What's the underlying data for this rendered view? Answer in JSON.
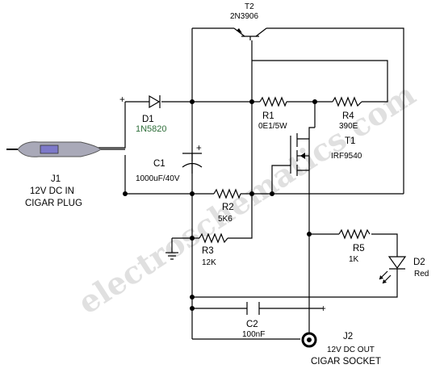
{
  "watermark": "electroschematics.com",
  "components": {
    "T2": {
      "ref": "T2",
      "value": "2N3906"
    },
    "D1": {
      "ref": "D1",
      "value": "1N5820"
    },
    "R1": {
      "ref": "R1",
      "value": "0E1/5W"
    },
    "R4": {
      "ref": "R4",
      "value": "390E"
    },
    "T1": {
      "ref": "T1",
      "value": "IRF9540"
    },
    "C1": {
      "ref": "C1",
      "value": "1000uF/40V"
    },
    "R2": {
      "ref": "R2",
      "value": "5K6"
    },
    "R3": {
      "ref": "R3",
      "value": "12K"
    },
    "R5": {
      "ref": "R5",
      "value": "1K"
    },
    "D2": {
      "ref": "D2",
      "value": "Red"
    },
    "C2": {
      "ref": "C2",
      "value": "100nF"
    },
    "J1": {
      "ref": "J1",
      "line1": "12V DC IN",
      "line2": "CIGAR PLUG"
    },
    "J2": {
      "ref": "J2",
      "line1": "12V DC OUT",
      "line2": "CIGAR SOCKET"
    }
  },
  "polarity": {
    "plus": "+",
    "minus": "-"
  }
}
